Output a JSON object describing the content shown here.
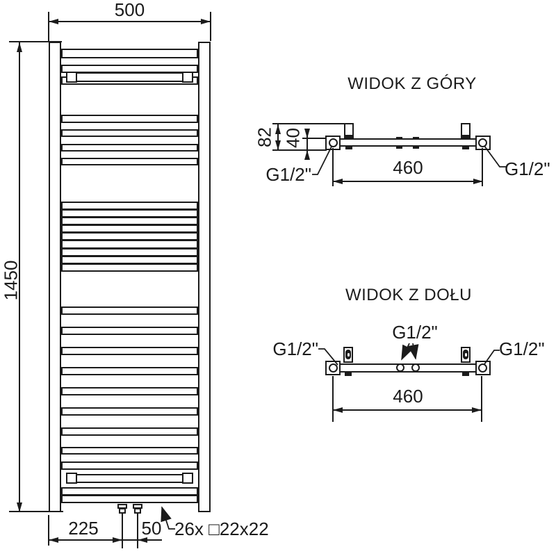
{
  "front_view": {
    "width_label": "500",
    "height_label": "1450",
    "pipe_offset_label": "225",
    "pipe_spacing_label": "50",
    "tube_note": "26x □22x22"
  },
  "top_view": {
    "title": "WIDOK Z GÓRY",
    "depth_label": "82",
    "offset_label": "40",
    "span_label": "460",
    "left_conn": "G1/2\"",
    "right_conn": "G1/2\""
  },
  "bottom_view": {
    "title": "WIDOK Z DOŁU",
    "span_label": "460",
    "left_conn": "G1/2\"",
    "center_conn": "G1/2\"",
    "right_conn": "G1/2\""
  },
  "colors": {
    "line": "#1b1b1b",
    "background": "#ffffff"
  }
}
